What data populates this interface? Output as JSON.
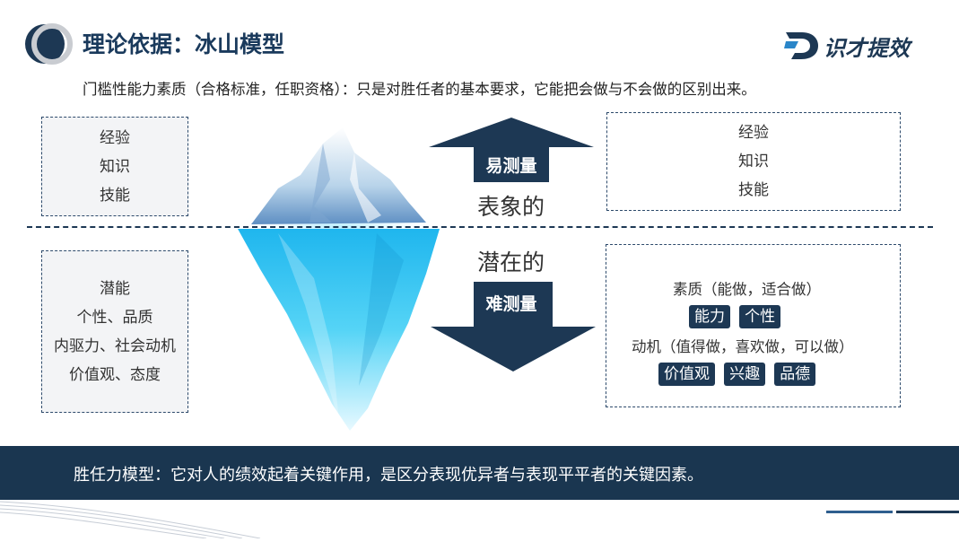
{
  "header": {
    "title": "理论依据：冰山模型",
    "subtitle": "门槛性能力素质（合格标准，任职资格）：只是对胜任者的基本要求，它能把会做与不会做的区别出来。",
    "logo_text": "识才提效",
    "logo_mark": "D"
  },
  "left_top_box": {
    "items": [
      "经验",
      "知识",
      "技能"
    ]
  },
  "left_bottom_box": {
    "items": [
      "潜能",
      "个性、品质",
      "内驱力、社会动机",
      "价值观、态度"
    ]
  },
  "right_top_box": {
    "items": [
      "经验",
      "知识",
      "技能"
    ]
  },
  "right_bottom_box": {
    "line1": "素质（能做，适合做）",
    "tags1": [
      "能力",
      "个性"
    ],
    "line2": "动机（值得做，喜欢做，可以做）",
    "tags2": [
      "价值观",
      "兴趣",
      "品德"
    ]
  },
  "center": {
    "up_label": "易测量",
    "surface_label": "表象的",
    "latent_label": "潜在的",
    "down_label": "难测量"
  },
  "footer": {
    "text": "胜任力模型：它对人的绩效起着关键作用，是区分表现优异者与表现平平者的关键因素。"
  },
  "colors": {
    "navy": "#1d3854",
    "footer_bg": "#1a3650",
    "ice_blue": "#35c8f0"
  }
}
